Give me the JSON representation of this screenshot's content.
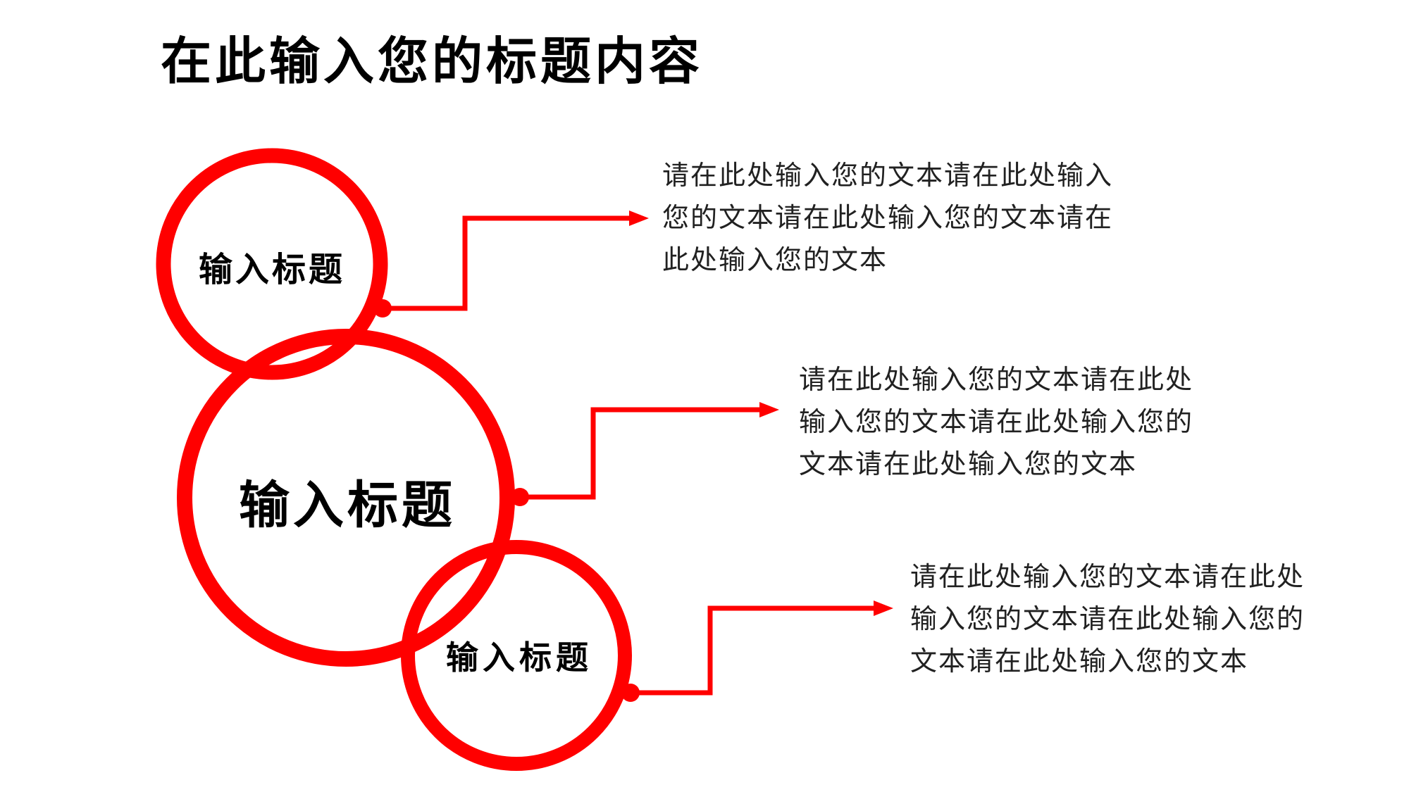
{
  "slide": {
    "title": "在此输入您的标题内容"
  },
  "colors": {
    "accent": "#ff0000",
    "title_text": "#000000",
    "body_text": "#212121",
    "background": "#ffffff"
  },
  "circles": [
    {
      "label": "输入标题"
    },
    {
      "label": "输入标题"
    },
    {
      "label": "输入标题"
    }
  ],
  "blocks": [
    {
      "lines": [
        "请在此处输入您的文本请在此处输入",
        "您的文本请在此处输入您的文本请在",
        "此处输入您的文本"
      ]
    },
    {
      "lines": [
        "请在此处输入您的文本请在此处",
        "输入您的文本请在此处输入您的",
        "文本请在此处输入您的文本"
      ]
    },
    {
      "lines": [
        "请在此处输入您的文本请在此处",
        "输入您的文本请在此处输入您的",
        "文本请在此处输入您的文本"
      ]
    }
  ]
}
